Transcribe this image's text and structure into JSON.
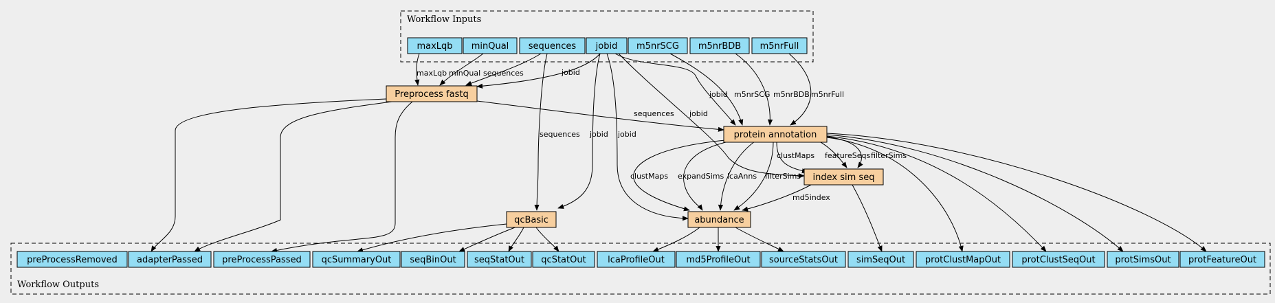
{
  "clusters": {
    "inputs": {
      "label": "Workflow Inputs"
    },
    "outputs": {
      "label": "Workflow Outputs"
    }
  },
  "colors": {
    "io": "#94ddf4",
    "step": "#f7cf9f",
    "background": "#eeeeee"
  },
  "inputs": {
    "maxLqb": "maxLqb",
    "minQual": "minQual",
    "sequences": "sequences",
    "jobid": "jobid",
    "m5nrSCG": "m5nrSCG",
    "m5nrBDB": "m5nrBDB",
    "m5nrFull": "m5nrFull"
  },
  "steps": {
    "preprocess": "Preprocess fastq",
    "protein": "protein annotation",
    "index": "index sim seq",
    "qcbasic": "qcBasic",
    "abundance": "abundance"
  },
  "outputs": {
    "preProcessRemoved": "preProcessRemoved",
    "adapterPassed": "adapterPassed",
    "preProcessPassed": "preProcessPassed",
    "qcSummaryOut": "qcSummaryOut",
    "seqBinOut": "seqBinOut",
    "seqStatOut": "seqStatOut",
    "qcStatOut": "qcStatOut",
    "lcaProfileOut": "lcaProfileOut",
    "md5ProfileOut": "md5ProfileOut",
    "sourceStatsOut": "sourceStatsOut",
    "simSeqOut": "simSeqOut",
    "protClustMapOut": "protClustMapOut",
    "protClustSeqOut": "protClustSeqOut",
    "protSimsOut": "protSimsOut",
    "protFeatureOut": "protFeatureOut"
  },
  "edge_labels": {
    "maxLqb": "maxLqb",
    "minQual": "minQual",
    "sequences": "sequences",
    "jobid": "jobid",
    "m5nrSCG": "m5nrSCG",
    "m5nrBDB": "m5nrBDB",
    "m5nrFull": "m5nrFull",
    "clustMaps": "clustMaps",
    "expandSims": "expandSims",
    "lcaAnns": "lcaAnns",
    "filterSims": "filterSims",
    "featureSeqs": "featureSeqs",
    "md5index": "md5index"
  }
}
